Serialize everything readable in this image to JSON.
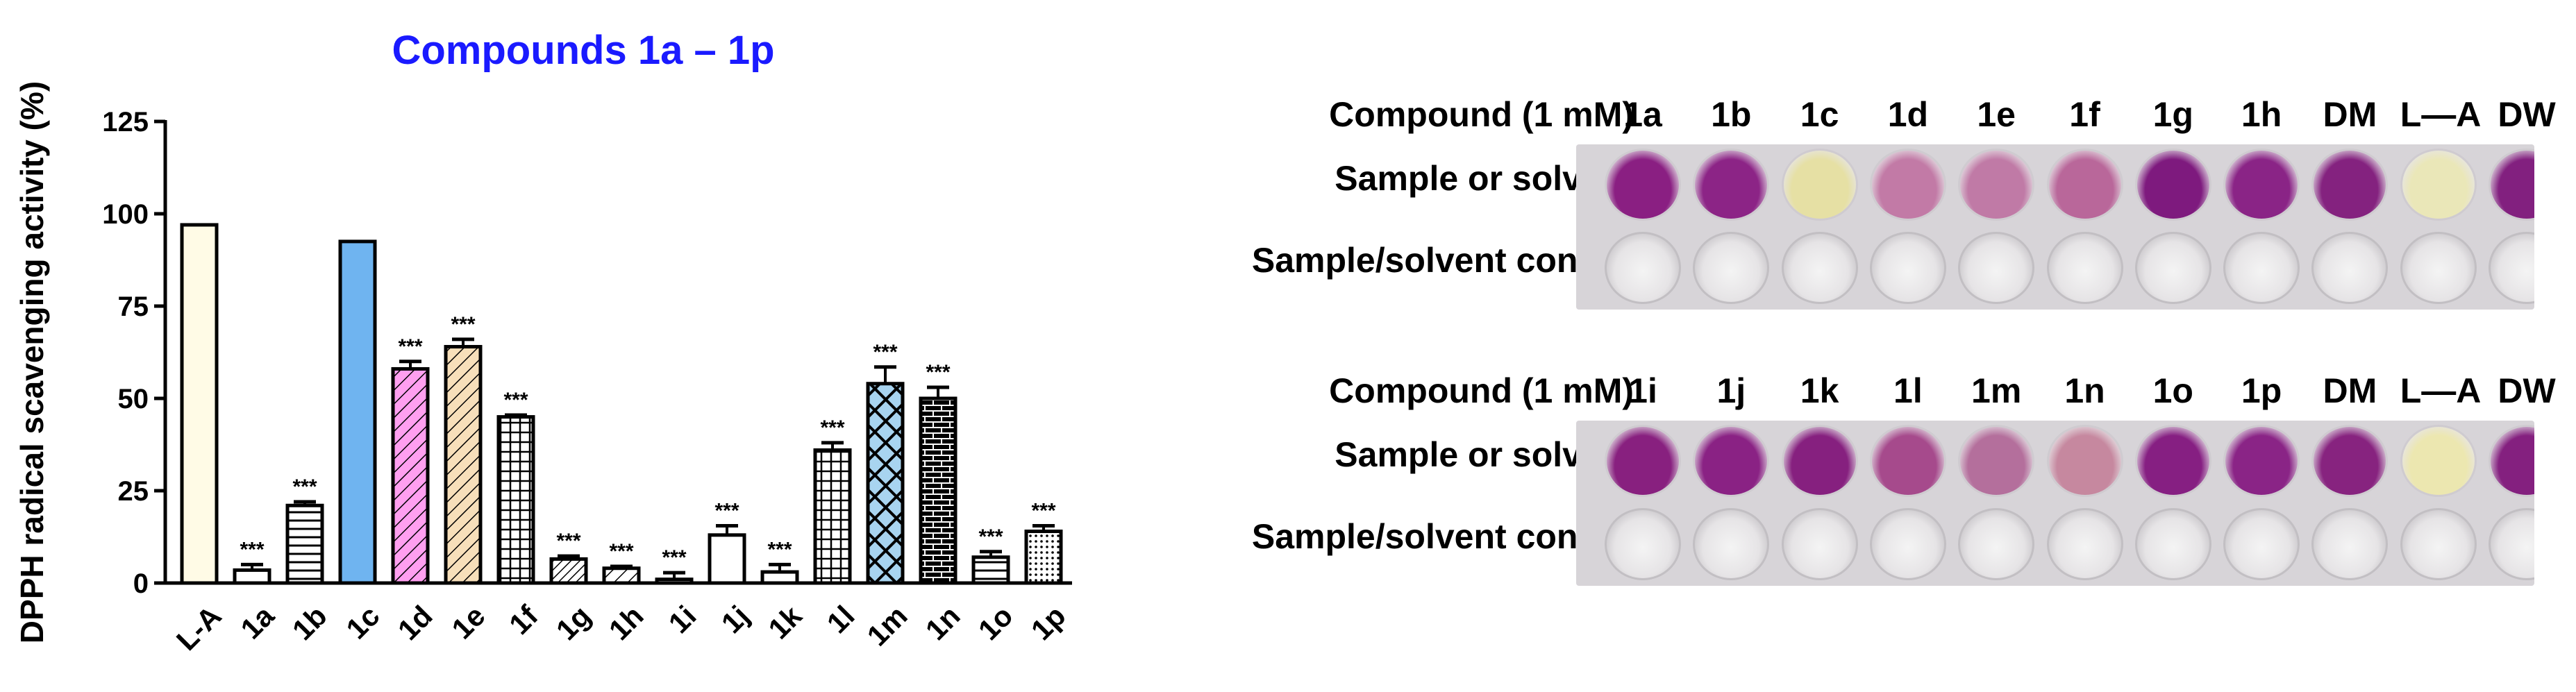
{
  "chart_data": {
    "type": "bar",
    "title": "Compounds 1a – 1p",
    "xlabel": "",
    "ylabel": "DPPH radical scavenging activity (%)",
    "ylim": [
      0,
      125
    ],
    "yticks": [
      0,
      25,
      50,
      75,
      100,
      125
    ],
    "grid": false,
    "categories": [
      "L-A",
      "1a",
      "1b",
      "1c",
      "1d",
      "1e",
      "1f",
      "1g",
      "1h",
      "1i",
      "1j",
      "1k",
      "1l",
      "1m",
      "1n",
      "1o",
      "1p"
    ],
    "values": [
      97,
      3.5,
      21,
      92.5,
      58,
      64,
      45,
      6.5,
      4,
      1,
      13,
      3,
      36,
      54,
      50,
      7,
      14
    ],
    "errors": [
      0,
      1.5,
      1,
      0,
      2,
      2,
      0.5,
      0.8,
      0.5,
      1.8,
      2.5,
      2,
      2,
      4.5,
      3,
      1.5,
      1.5
    ],
    "significance": [
      "",
      "***",
      "***",
      "",
      "***",
      "***",
      "***",
      "***",
      "***",
      "***",
      "***",
      "***",
      "***",
      "***",
      "***",
      "***",
      "***"
    ],
    "fill_colors": [
      "#fffbe6",
      "#ffffff",
      "#ffffff",
      "#6fb4f0",
      "#ff9ff0",
      "#f7dfba",
      "#ffffff",
      "#ffffff",
      "#ffffff",
      "#ffffff",
      "#ffffff",
      "#ffffff",
      "#ffffff",
      "#a8d4f0",
      "#ffffff",
      "#ffffff",
      "#ffffff"
    ],
    "patterns": [
      "solid",
      "none",
      "hlines",
      "solid",
      "diag",
      "diag",
      "grid",
      "diag-dense",
      "diag",
      "none",
      "none",
      "none",
      "grid",
      "cross",
      "brick",
      "hlines",
      "dots"
    ]
  },
  "plates": [
    {
      "header_label": "Compound (1 mM)",
      "columns": [
        "1a",
        "1b",
        "1c",
        "1d",
        "1e",
        "1f",
        "1g",
        "1h",
        "DM",
        "L—A",
        "DW"
      ],
      "row_labels": [
        "Sample or solvent",
        "Sample/solvent control"
      ],
      "well_colors": [
        "#8a1f82",
        "#8c2486",
        "#e6e0a4",
        "#c27aa6",
        "#c07aa6",
        "#b9679a",
        "#7e1a7e",
        "#8a2486",
        "#84227f",
        "#eae7b8",
        "#82207f"
      ]
    },
    {
      "header_label": "Compound (1 mM)",
      "columns": [
        "1i",
        "1j",
        "1k",
        "1l",
        "1m",
        "1n",
        "1o",
        "1p",
        "DM",
        "L—A",
        "DW"
      ],
      "row_labels": [
        "Sample or solvent",
        "Sample/solvent control"
      ],
      "well_colors": [
        "#88207f",
        "#8a2284",
        "#86207f",
        "#a64a8c",
        "#b46f9c",
        "#c6889f",
        "#861f82",
        "#8a2486",
        "#87237f",
        "#ece7b0",
        "#84207f"
      ]
    }
  ]
}
